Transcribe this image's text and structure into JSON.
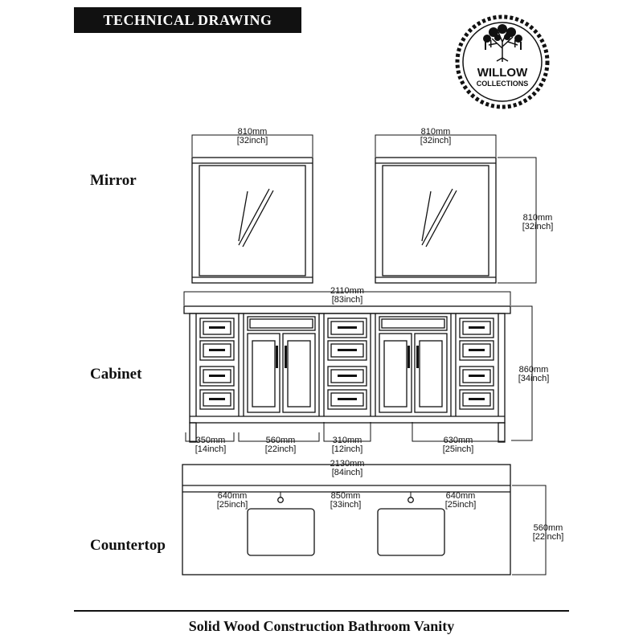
{
  "header": {
    "title": "TECHNICAL DRAWING"
  },
  "logo": {
    "line1": "WILLOW",
    "line2": "COLLECTIONS"
  },
  "labels": {
    "mirror": "Mirror",
    "cabinet": "Cabinet",
    "countertop": "Countertop"
  },
  "dimensions": {
    "mirror_left_width": {
      "mm": "810mm",
      "inch": "[32inch]"
    },
    "mirror_right_width": {
      "mm": "810mm",
      "inch": "[32inch]"
    },
    "mirror_height": {
      "mm": "810mm",
      "inch": "[32inch]"
    },
    "cabinet_width": {
      "mm": "2110mm",
      "inch": "[83inch]"
    },
    "cabinet_height": {
      "mm": "860mm",
      "inch": "[34inch]"
    },
    "cabinet_side": {
      "mm": "350mm",
      "inch": "[14inch]"
    },
    "cabinet_door": {
      "mm": "560mm",
      "inch": "[22inch]"
    },
    "cabinet_center": {
      "mm": "310mm",
      "inch": "[12inch]"
    },
    "cabinet_right": {
      "mm": "630mm",
      "inch": "[25inch]"
    },
    "counter_width": {
      "mm": "2130mm",
      "inch": "[84inch]"
    },
    "counter_left": {
      "mm": "640mm",
      "inch": "[25inch]"
    },
    "counter_center": {
      "mm": "850mm",
      "inch": "[33inch]"
    },
    "counter_right": {
      "mm": "640mm",
      "inch": "[25inch]"
    },
    "counter_depth": {
      "mm": "560mm",
      "inch": "[22inch]"
    }
  },
  "footer": {
    "title": "Solid Wood Construction Bathroom Vanity"
  }
}
